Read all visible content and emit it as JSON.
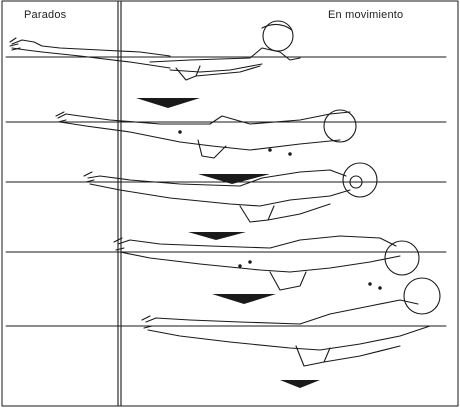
{
  "labels": {
    "left": "Parados",
    "right": "En movimiento"
  },
  "colors": {
    "ink": "#1a1a1a",
    "paper": "#ffffff"
  },
  "figures": [
    {
      "name": "swimmer-1"
    },
    {
      "name": "swimmer-2"
    },
    {
      "name": "swimmer-3"
    },
    {
      "name": "swimmer-4"
    },
    {
      "name": "swimmer-5"
    }
  ]
}
